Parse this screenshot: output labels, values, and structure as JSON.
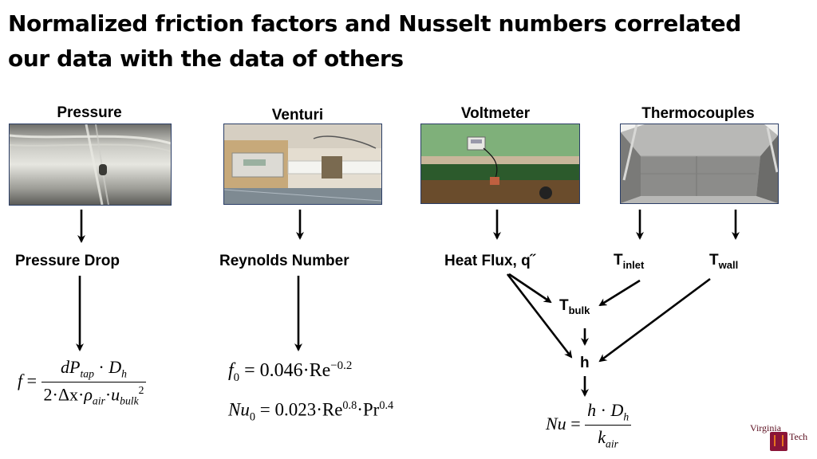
{
  "slide": {
    "title_line1": "Normalized friction factors and Nusselt numbers correlated",
    "title_line2": "our data with the data of others"
  },
  "sensors": {
    "pressure": "Pressure",
    "venturi": "Venturi",
    "voltmeter": "Voltmeter",
    "thermocouples": "Thermocouples"
  },
  "quantities": {
    "pressure_drop": "Pressure Drop",
    "reynolds_number": "Reynolds Number",
    "heat_flux": "Heat Flux, q˝",
    "t_inlet_main": "T",
    "t_inlet_sub": "inlet",
    "t_wall_main": "T",
    "t_wall_sub": "wall",
    "t_bulk_main": "T",
    "t_bulk_sub": "bulk",
    "h": "h"
  },
  "equations": {
    "friction": {
      "lhs": "f",
      "num_dP": "dP",
      "num_tap": "tap",
      "num_dot": "·",
      "num_D": "D",
      "num_h": "h",
      "den_2dx": "2·Δx",
      "den_rho": "ρ",
      "den_air": "air",
      "den_u": "u",
      "den_bulk": "bulk",
      "den_sq": "2"
    },
    "f0": {
      "lhs": "f",
      "lhs_sub": "0",
      "rhs": "= 0.046·Re",
      "exp": "−0.2"
    },
    "nu0": {
      "lhs": "Nu",
      "lhs_sub": "0",
      "rhs_a": "= 0.023·Re",
      "exp_a": "0.8",
      "rhs_b": "·Pr",
      "exp_b": "0.4"
    },
    "nu": {
      "lhs": "Nu",
      "eq": "=",
      "num_h": "h",
      "num_dot": "·",
      "num_D": "D",
      "num_sub": "h",
      "den_k": "k",
      "den_sub": "air"
    }
  },
  "logo": {
    "line1": "Virginia",
    "line2": "Tech"
  },
  "colors": {
    "photo_border": "#2a3d66",
    "logo_maroon": "#8a1538",
    "logo_orange": "#e5751f"
  }
}
